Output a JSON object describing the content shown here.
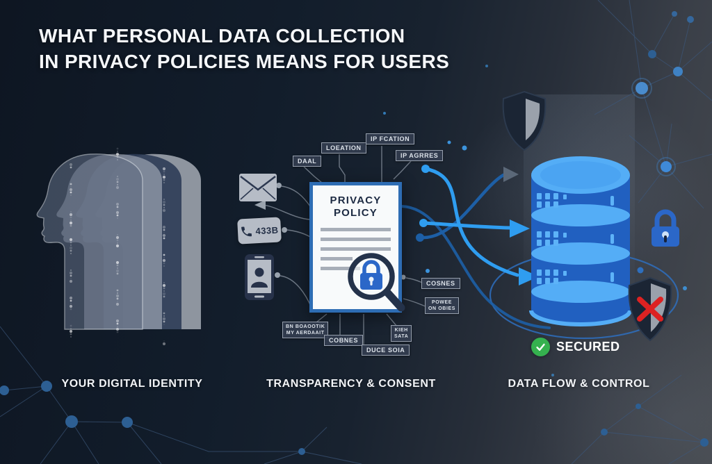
{
  "title": {
    "line1": "WHAT PERSONAL DATA COLLECTION",
    "line2": "IN PRIVACY POLICIES MEANS FOR USERS"
  },
  "captions": {
    "identity": "YOUR DIGITAL IDENTITY",
    "transparency": "TRANSPARENCY & CONSENT",
    "dataflow": "DATA FLOW & CONTROL"
  },
  "document": {
    "title_line1": "PRIVACY",
    "title_line2": "POLICY"
  },
  "labels": {
    "email": "DAAL",
    "location": "LOEATION",
    "ip_fication": "IP FCATION",
    "ip_address": "IP AGRRES",
    "cookies_right": "COSNES",
    "power_line1": "POWEE",
    "power_line2": "ON OBIES",
    "browse_line1": "BN BOAOOTIK",
    "browse_line2": "MY AERDAAIT",
    "cookies_bottom": "COBNES",
    "kieh_line1": "KIEH",
    "kieh_line2": "SATA",
    "device_data": "DUCE SOIA"
  },
  "phone": {
    "number": "433B"
  },
  "secured": {
    "label": "SECURED"
  },
  "icons": {
    "envelope": "envelope-icon",
    "phone": "phone-handset-icon",
    "smartphone": "smartphone-user-icon",
    "magnifier": "magnifier-lock-icon",
    "shield": "shield-icon",
    "shield_alert": "shield-x-icon",
    "lock": "padlock-icon",
    "database": "database-icon",
    "check": "check-icon"
  },
  "colors": {
    "accent_blue": "#2f9df0",
    "deep_blue": "#1d5fa6",
    "orbit_blue": "#2e6fbe",
    "db_blue": "#2160c0",
    "db_blue_light": "#54adf6",
    "doc_border": "#2e6db4",
    "lock_blue": "#2b67c8",
    "green": "#35b14f",
    "red": "#dd2222",
    "paper": "#f8fafb"
  }
}
